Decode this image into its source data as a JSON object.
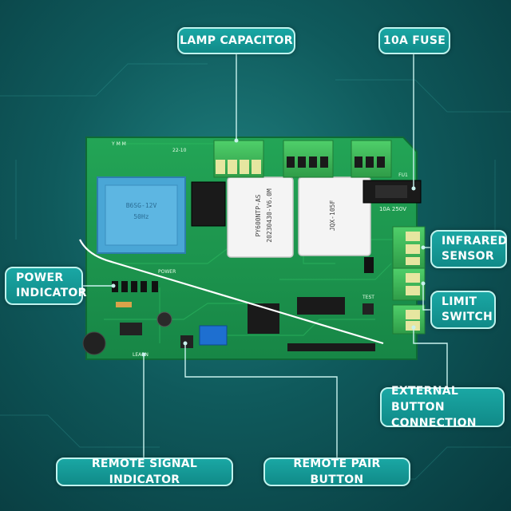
{
  "labels": {
    "lamp_capacitor": "LAMP CAPACITOR",
    "fuse": "10A FUSE",
    "infrared_sensor_line1": "INFRARED",
    "infrared_sensor_line2": "SENSOR",
    "power_indicator_line1": "POWER",
    "power_indicator_line2": "INDICATOR",
    "limit_switch_line1": "LIMIT",
    "limit_switch_line2": "SWITCH",
    "external_button_line1": "EXTERNAL BUTTON",
    "external_button_line2": "CONNECTION",
    "remote_signal_indicator": "REMOTE SIGNAL INDICATOR",
    "remote_pair_button": "REMOTE PAIR BUTTON"
  },
  "board": {
    "transformer_text_1": "B6SG-12V",
    "transformer_text_2": "50Hz",
    "relay1_text_1": "PY600NTP-AS",
    "relay1_text_2": "20230430-V6.0M",
    "relay2_text": "JQX-105F",
    "fuse_label": "10A 250V",
    "fuse_part": "FU1",
    "silk_power": "POWER",
    "silk_test": "TEST",
    "silk_learn": "LEARN",
    "silk_ymm": "Y M M",
    "silk_date": "22-10"
  },
  "colors": {
    "background": "#0f5a5c",
    "callout_fill": "#14999a",
    "callout_border": "#bff3ee",
    "pcb_green": "#1e9a4f",
    "terminal_green": "#3fbf5a"
  },
  "icons": {
    "leader_lines": "callout-leader-line"
  }
}
